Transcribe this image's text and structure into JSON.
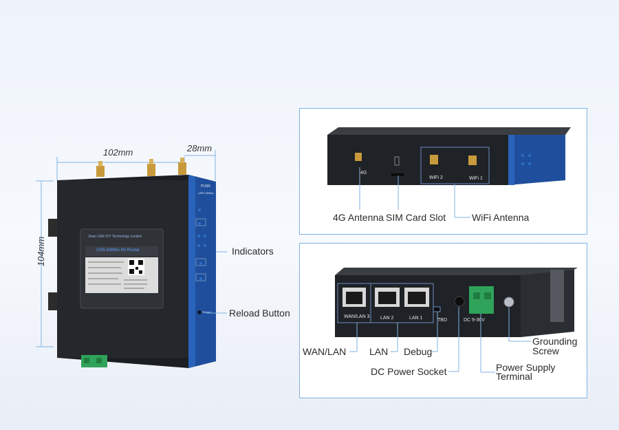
{
  "dimensions": {
    "width": "102mm",
    "depth": "28mm",
    "height": "104mm"
  },
  "device": {
    "brand": "PUSR",
    "model_small": "USR-G806w",
    "company": "Jinan USR IOT Technology Limited",
    "product": "USR-G806w 4G Router",
    "reload_tag": "Reload"
  },
  "front_labels": {
    "indicators": "Indicators",
    "reload": "Reload Button"
  },
  "top_panel": {
    "port_4g": "4G",
    "port_wifi2": "WiFi 2",
    "port_wifi1": "WiFi 1",
    "labels": {
      "antenna_4g": "4G Antenna",
      "sim": "SIM Card Slot",
      "wifi": "WiFi Antenna"
    }
  },
  "bottom_panel": {
    "port_wan": "WAN/LAN 3",
    "port_lan2": "LAN 2",
    "port_lan1": "LAN 1",
    "port_tbd": "TBD",
    "port_dc": "DC 9-36V",
    "labels": {
      "wan": "WAN/LAN",
      "lan": "LAN",
      "debug": "Debug",
      "dc": "DC Power Socket",
      "terminal_1": "Power Supply",
      "terminal_2": "Terminal",
      "ground_1": "Grounding",
      "ground_2": "Screw"
    }
  }
}
